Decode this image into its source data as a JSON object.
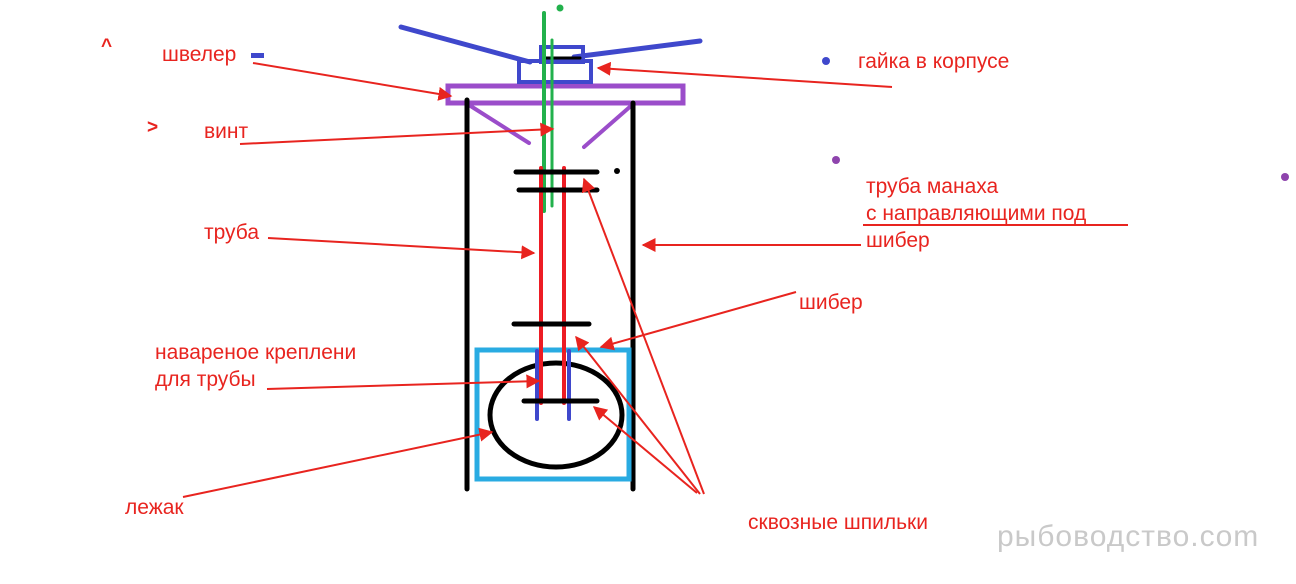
{
  "colors": {
    "label_red": "#e8241f",
    "arrow_red": "#e8241f",
    "structure_black": "#000000",
    "channel_purple": "#9b4dca",
    "screw_green": "#22b14c",
    "pipe_red": "#ed1c24",
    "nut_blue": "#3f48cc",
    "bed_box_cyan": "#29abe2",
    "watermark_gray": "#c9c9c9"
  },
  "labels": {
    "shveler": "швелер",
    "gayka": "гайка в корпусе",
    "vint": "винт",
    "truba": "труба",
    "truba_manaha_line1": "труба манаха",
    "truba_manaha_line2": "с направляющими под",
    "truba_manaha_line3": "шибер",
    "shiber": "шибер",
    "navarenoe_line1": "навареное креплени",
    "navarenoe_line2": "для трубы",
    "lezhak": "лежак",
    "shpilki": "сквозные шпильки",
    "caret_mark": "^",
    "gt_mark": ">",
    "watermark": "рыбоводство.com"
  }
}
